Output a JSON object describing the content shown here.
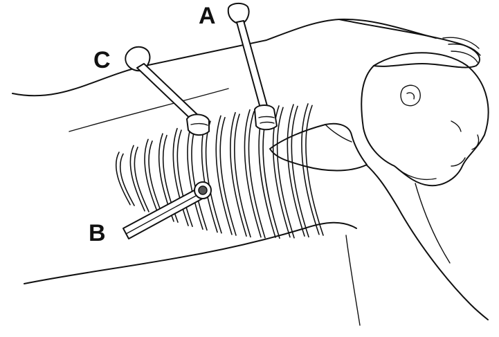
{
  "labels": {
    "a": "A",
    "b": "B",
    "c": "C"
  },
  "colors": {
    "ink": "#111111",
    "background": "#ffffff"
  }
}
